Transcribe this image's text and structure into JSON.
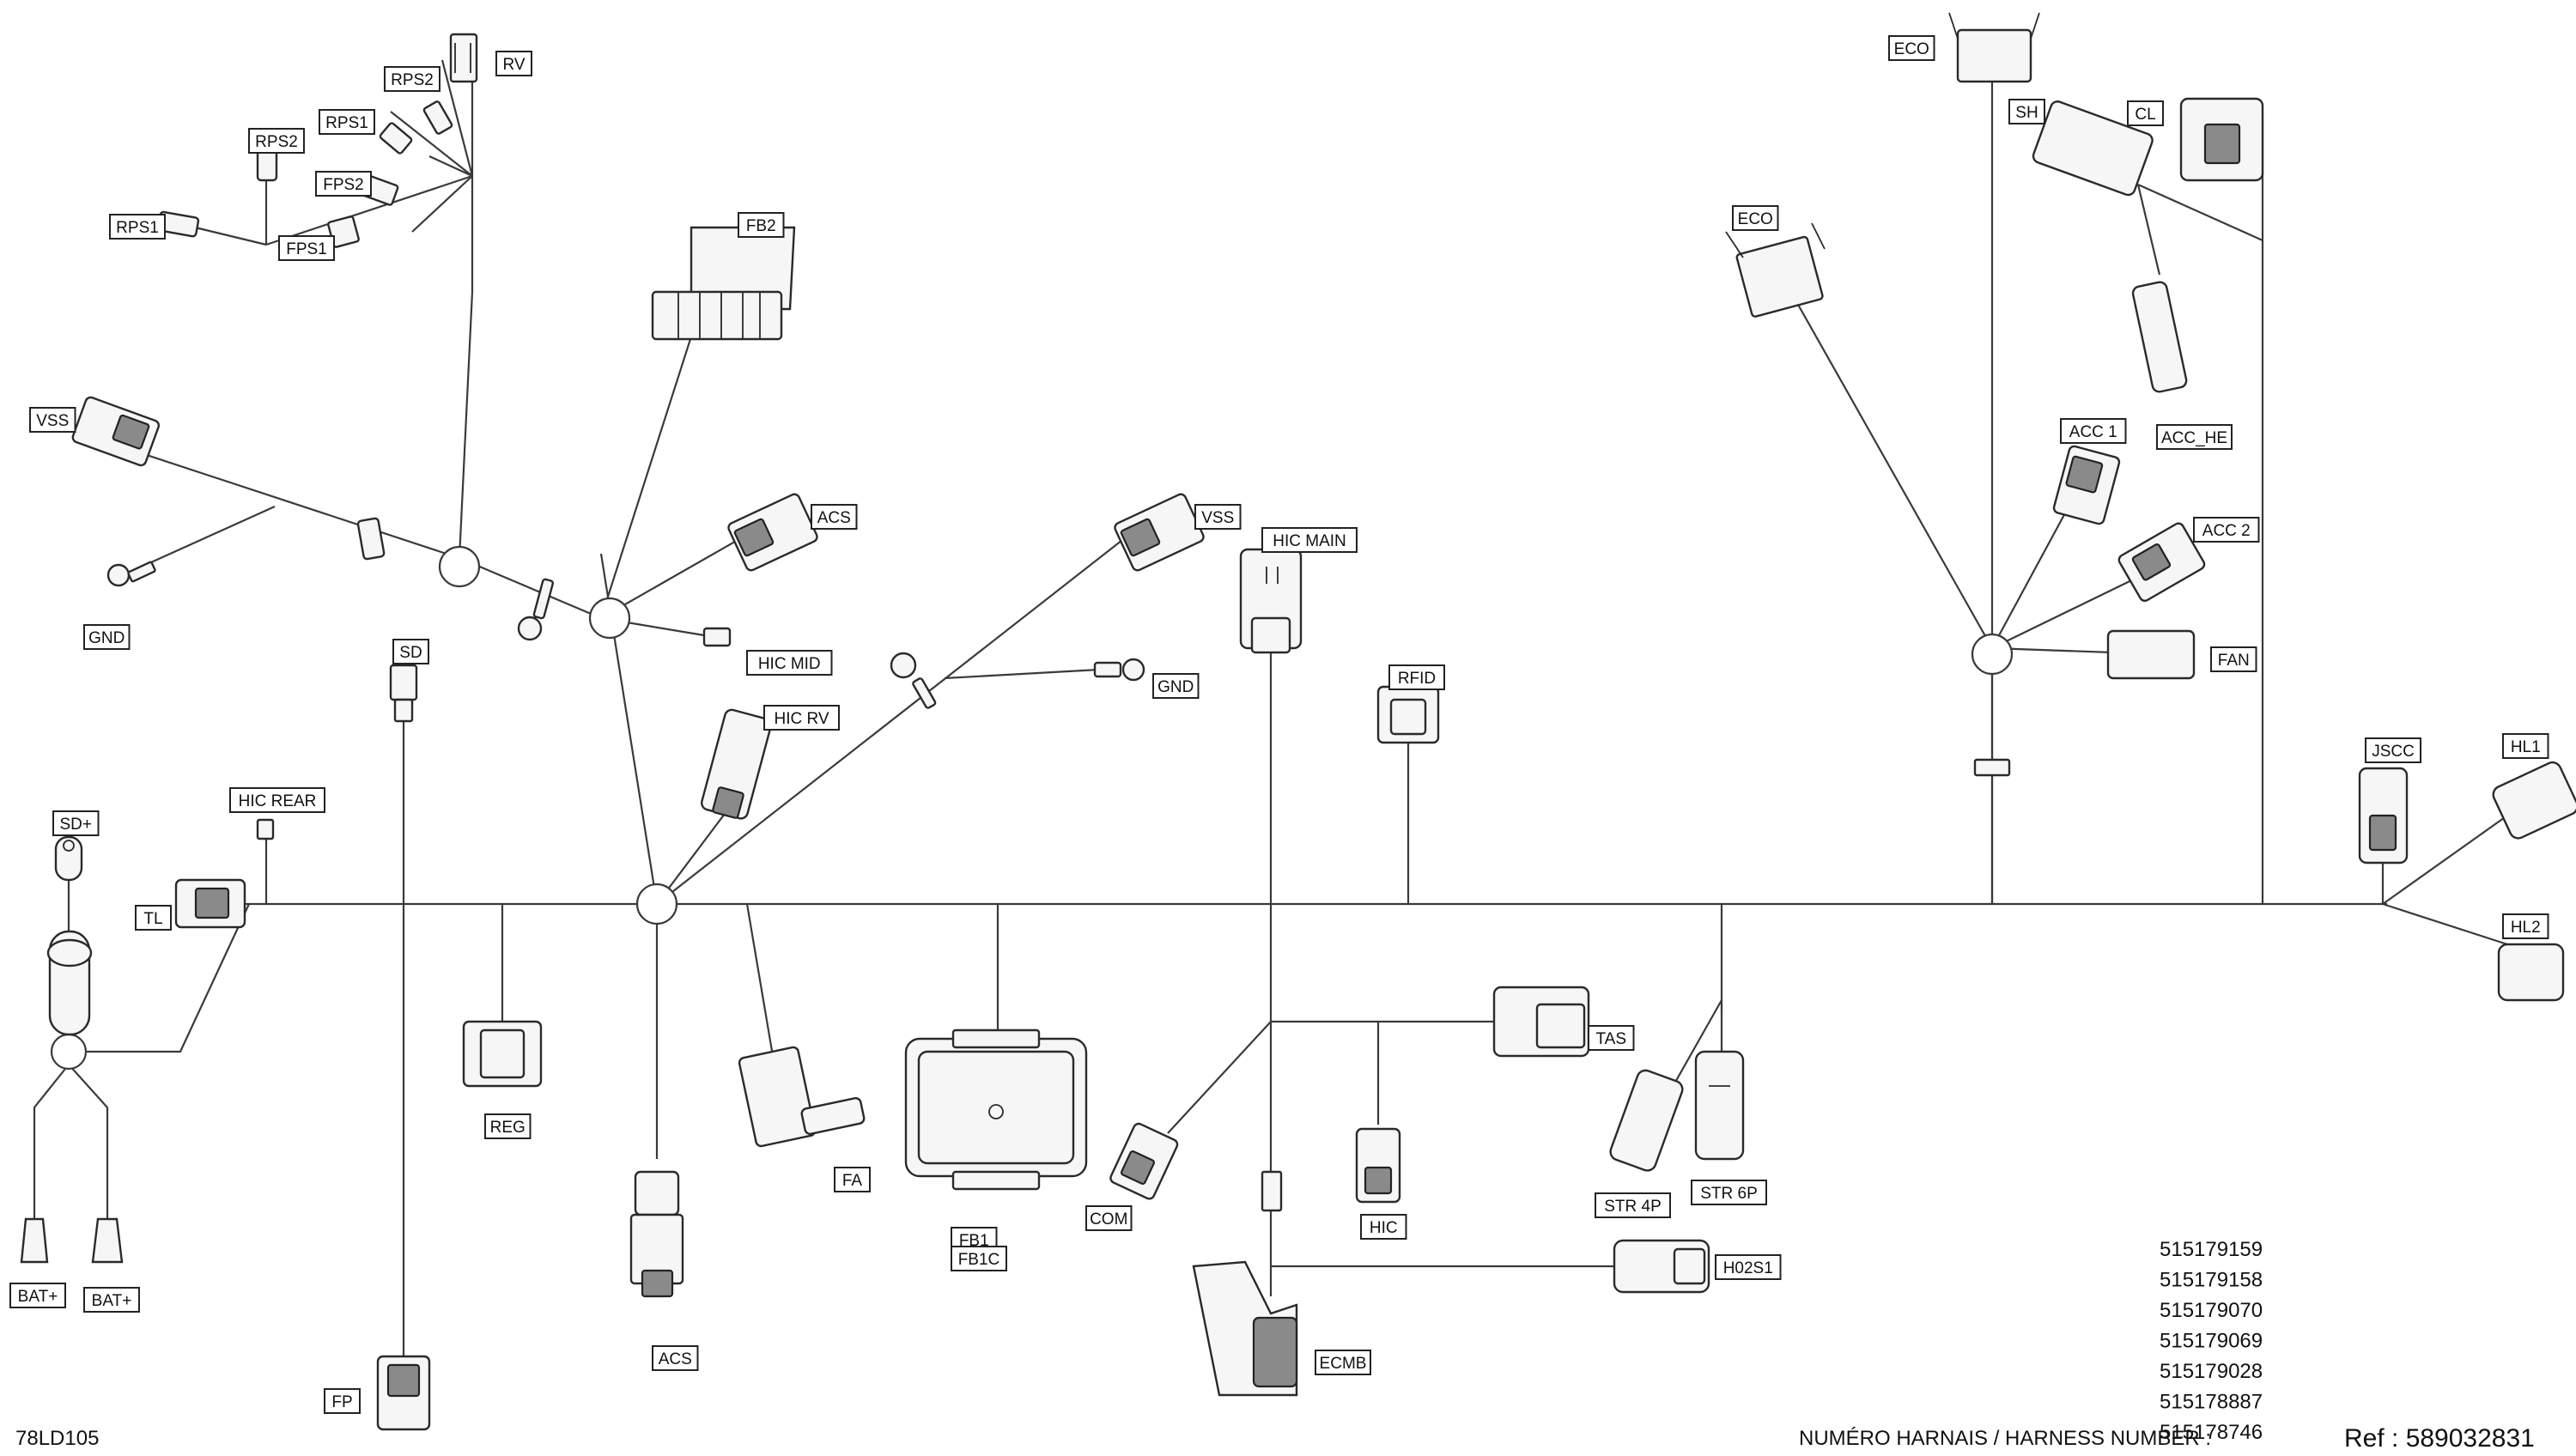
{
  "diagram": {
    "drawing_code": "78LD105",
    "harness_caption": "NUMÉRO HARNAIS / HARNESS NUMBER :",
    "reference": "Ref : 589032831",
    "harness_numbers": [
      "515179159",
      "515179158",
      "515179070",
      "515179069",
      "515179028",
      "515178887",
      "515178746"
    ],
    "connector_labels": [
      "RV",
      "RPS2",
      "RPS1",
      "RPS2",
      "FPS2",
      "RPS1",
      "FPS1",
      "FB2",
      "VSS",
      "GND",
      "ACS",
      "HIC MID",
      "SD",
      "VSS",
      "GND",
      "HIC RV",
      "HIC MAIN",
      "RFID",
      "HIC REAR",
      "SD+",
      "TL",
      "REG",
      "FA",
      "FB1",
      "FB1C",
      "COM",
      "TAS",
      "HIC",
      "STR 4P",
      "STR 6P",
      "H02S1",
      "ECMB",
      "ACS",
      "FP",
      "BAT+",
      "BAT+",
      "ECO",
      "SH",
      "CL",
      "ECO",
      "ACC 1",
      "ACC_HE",
      "ACC 2",
      "FAN",
      "JSCC",
      "HL1",
      "HL2"
    ]
  }
}
